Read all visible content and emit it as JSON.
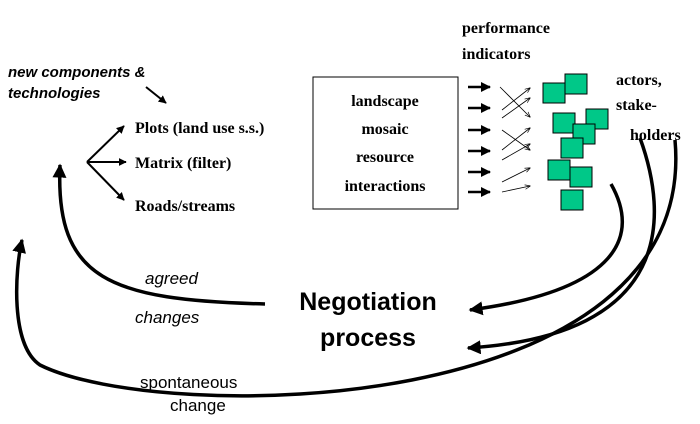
{
  "inputs_note": {
    "line1": "new components &",
    "line2": "technologies"
  },
  "components": [
    "Plots (land use s.s.)",
    "Matrix (filter)",
    "Roads/streams"
  ],
  "center_box": [
    "landscape",
    "mosaic",
    "resource",
    "interactions"
  ],
  "indicators": {
    "line1": "performance",
    "line2": "indicators"
  },
  "actors": {
    "line1": "actors,",
    "line2": "stake-",
    "line3": "holders"
  },
  "negotiation": {
    "line1": "Negotiation",
    "line2": "process"
  },
  "agreed": {
    "line1": "agreed",
    "line2": "changes"
  },
  "spontaneous": {
    "line1": "spontaneous",
    "line2": "change"
  },
  "colors": {
    "actor_square": "#00c888",
    "lines": "#000000"
  }
}
